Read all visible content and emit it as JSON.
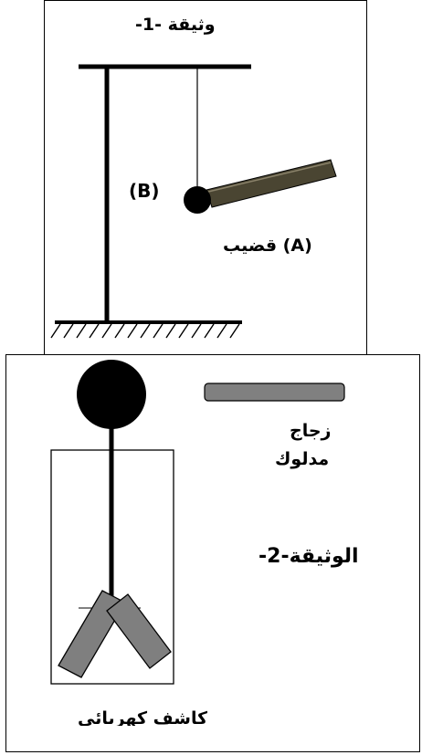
{
  "document1": {
    "title": "وثيقة -1-",
    "label_b": "(B)",
    "label_a": "(A) قضيب"
  },
  "document2": {
    "title": "الوثيقة-2-",
    "glass_line1": "زجاج",
    "glass_line2": "مدلوك",
    "electroscope_label": "كاشف كهربائي"
  },
  "colors": {
    "rod": "#4a4532",
    "rod_highlight": "#8a826a",
    "glass": "#808080",
    "leaves": "#7f7f7f",
    "ink": "#000000"
  }
}
